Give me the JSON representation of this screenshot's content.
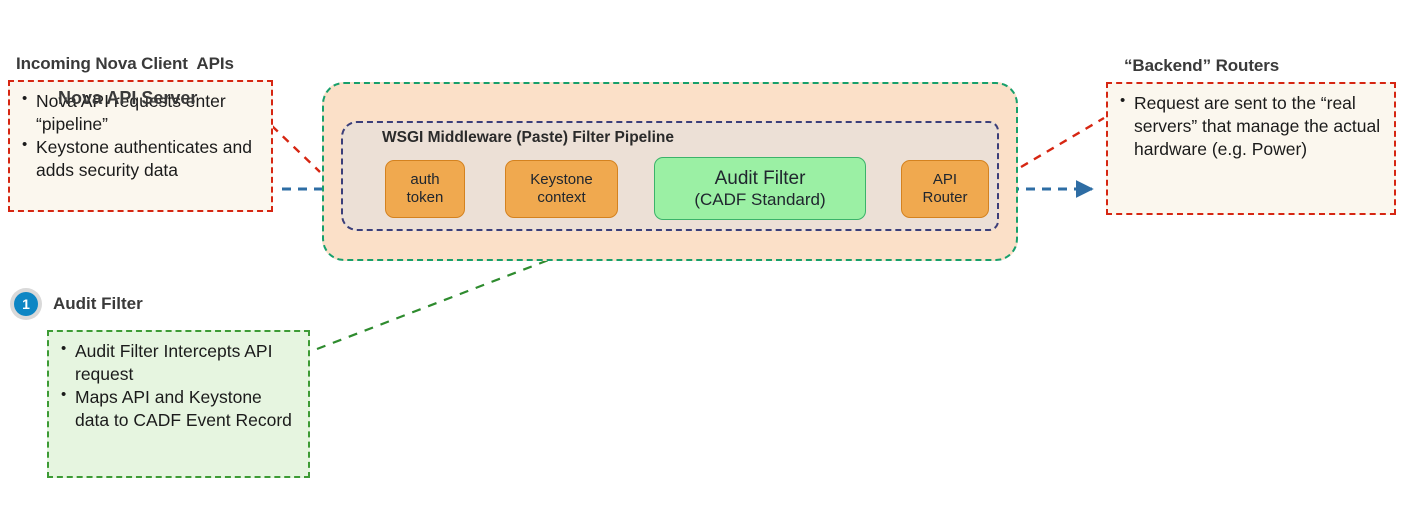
{
  "diagram": {
    "left_callout": {
      "title": "Incoming Nova Client  APIs",
      "bullets": [
        "Nova API requests enter “pipeline”",
        "Keystone authenticates and adds security data"
      ]
    },
    "right_callout": {
      "title": "“Backend” Routers",
      "bullets": [
        "Request are sent to the “real servers” that manage the actual hardware (e.g. Power)"
      ]
    },
    "bottom_callout": {
      "badge_number": "1",
      "title": "Audit Filter",
      "bullets": [
        "Audit Filter Intercepts API request",
        "Maps API and Keystone data to CADF Event Record"
      ]
    },
    "server": {
      "title": "Nova API Server",
      "pipeline_title": "WSGI Middleware (Paste) Filter Pipeline",
      "nodes": [
        {
          "id": "auth",
          "line1": "auth",
          "line2": "token",
          "color": "orange"
        },
        {
          "id": "keystone",
          "line1": "Keystone",
          "line2": "context",
          "color": "orange"
        },
        {
          "id": "audit",
          "line1": "Audit Filter",
          "line2": "(CADF Standard)",
          "color": "green"
        },
        {
          "id": "router",
          "line1": "API",
          "line2": "Router",
          "color": "orange"
        }
      ]
    },
    "colors": {
      "server_fill": "#FBE0C8",
      "server_border": "#17A06B",
      "pipeline_fill": "#ECE0D6",
      "pipeline_border": "#3B3F7A",
      "node_orange": "#F0A94F",
      "node_green": "#9BF0A4",
      "arrow_blue": "#2E6DA4",
      "callout_red": "#D62612",
      "callout_green": "#3D9B35",
      "badge_blue": "#0D86C4"
    }
  }
}
